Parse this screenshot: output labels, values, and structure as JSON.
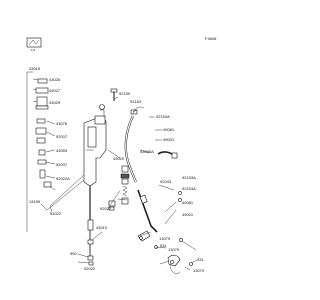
{
  "page": {
    "diagram_code": "F4608"
  },
  "labels": [
    "43015",
    "43026",
    "49027",
    "43029",
    "43078",
    "92037",
    "43059",
    "92037",
    "92022A",
    "13159",
    "92022",
    "92150",
    "92153",
    "92153A",
    "49081",
    "49001",
    "43095A",
    "43020",
    "92022",
    "92043",
    "92153A",
    "43010",
    "49081",
    "49001",
    "13079",
    "550",
    "92022",
    "92153A",
    "531",
    "13079",
    "531",
    "13079"
  ],
  "colors": {
    "line": "#222222",
    "text": "#111111",
    "background": "#ffffff"
  }
}
